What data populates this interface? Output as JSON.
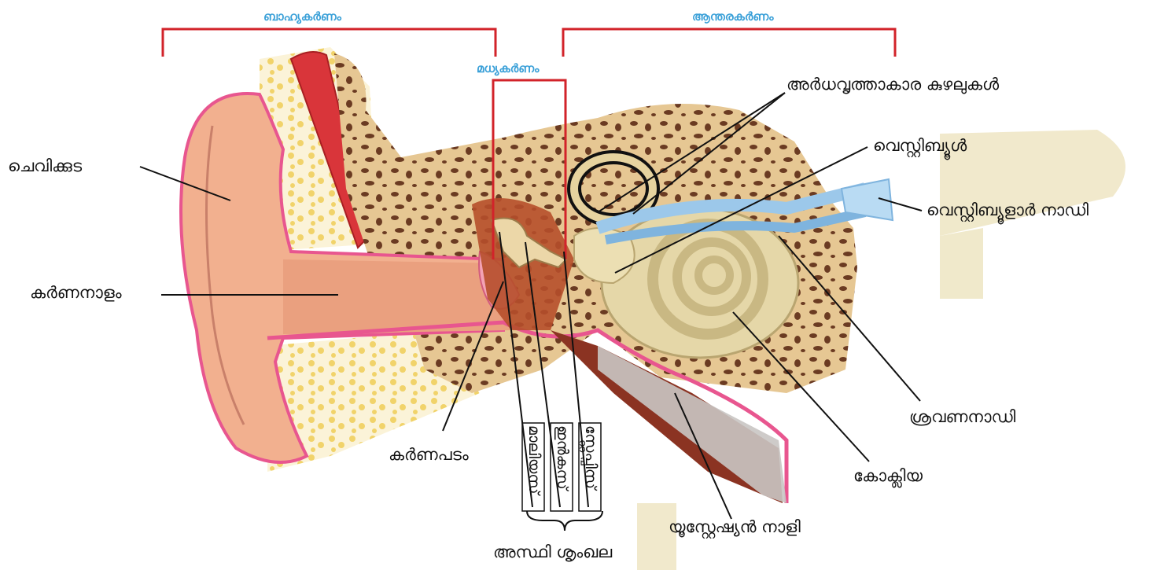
{
  "regions": {
    "outer": "ബാഹ്യകർണം",
    "middle": "മധ്യകർണം",
    "inner": "ആന്തരകർണം"
  },
  "labels": {
    "pinna": "ചെവിക്കുട",
    "ear_canal": "കർണനാളം",
    "eardrum": "കർണപടം",
    "malleus": "മാലിയസ്",
    "incus": "ഇൻകസ്",
    "stapes": "സ്റ്റേപ്പിസ്",
    "ossicles": "അസ്ഥി ശൃംഖല",
    "semicircular_canals": "അർധവൃത്താകാര കുഴലുകൾ",
    "vestibule": "വെസ്റ്റിബ്യൂൾ",
    "vestibular_nerve": "വെസ്റ്റിബ്യൂളാർ നാഡി",
    "auditory_nerve": "ശ്രവണനാഡി",
    "cochlea": "കോക്ലിയ",
    "eustachian_tube": "യൂസ്റ്റേഷ്യൻ നാളി"
  },
  "colors": {
    "bracket": "#d2232a",
    "region_text": "#3aa0d8",
    "bone": "#e6c793",
    "bone_spot": "#6b3b22",
    "skin": "#f2b08f",
    "pink_lining": "#e8568f",
    "cochlea": "#e5d7a8",
    "nerve": "#9cc8ea",
    "watermark": "#efe7c6"
  }
}
